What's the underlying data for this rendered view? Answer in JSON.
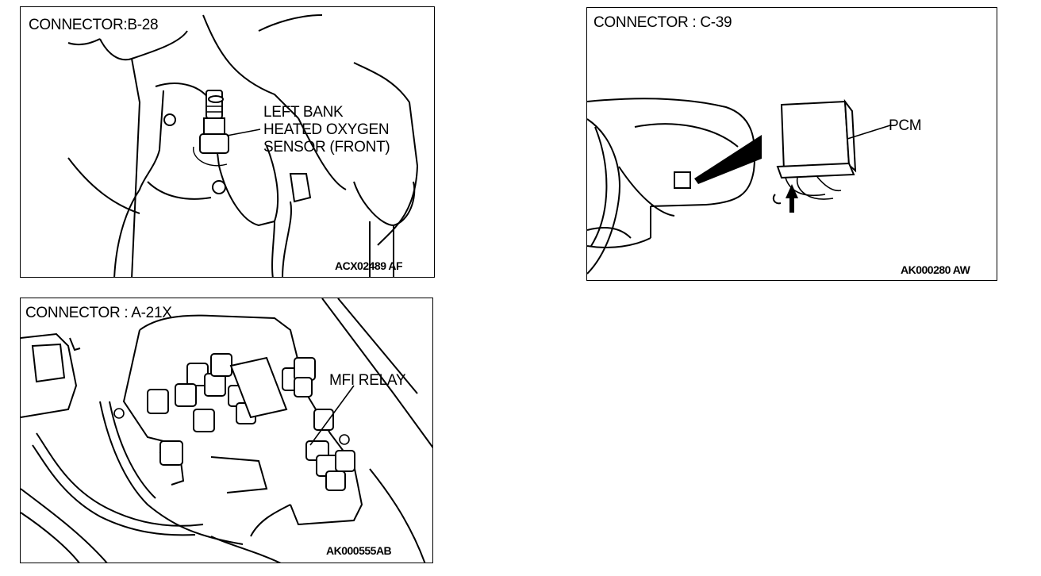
{
  "panels": [
    {
      "title": "CONNECTOR:B-28",
      "callout_lines": [
        "LEFT BANK",
        "HEATED OXYGEN",
        "SENSOR (FRONT)"
      ],
      "figure_code": "ACX02489 AF"
    },
    {
      "title": "CONNECTOR : C-39",
      "callout": "PCM",
      "figure_code": "AK000280 AW"
    },
    {
      "title": "CONNECTOR : A-21X",
      "callout": "MFI RELAY",
      "figure_code": "AK000555AB"
    }
  ]
}
